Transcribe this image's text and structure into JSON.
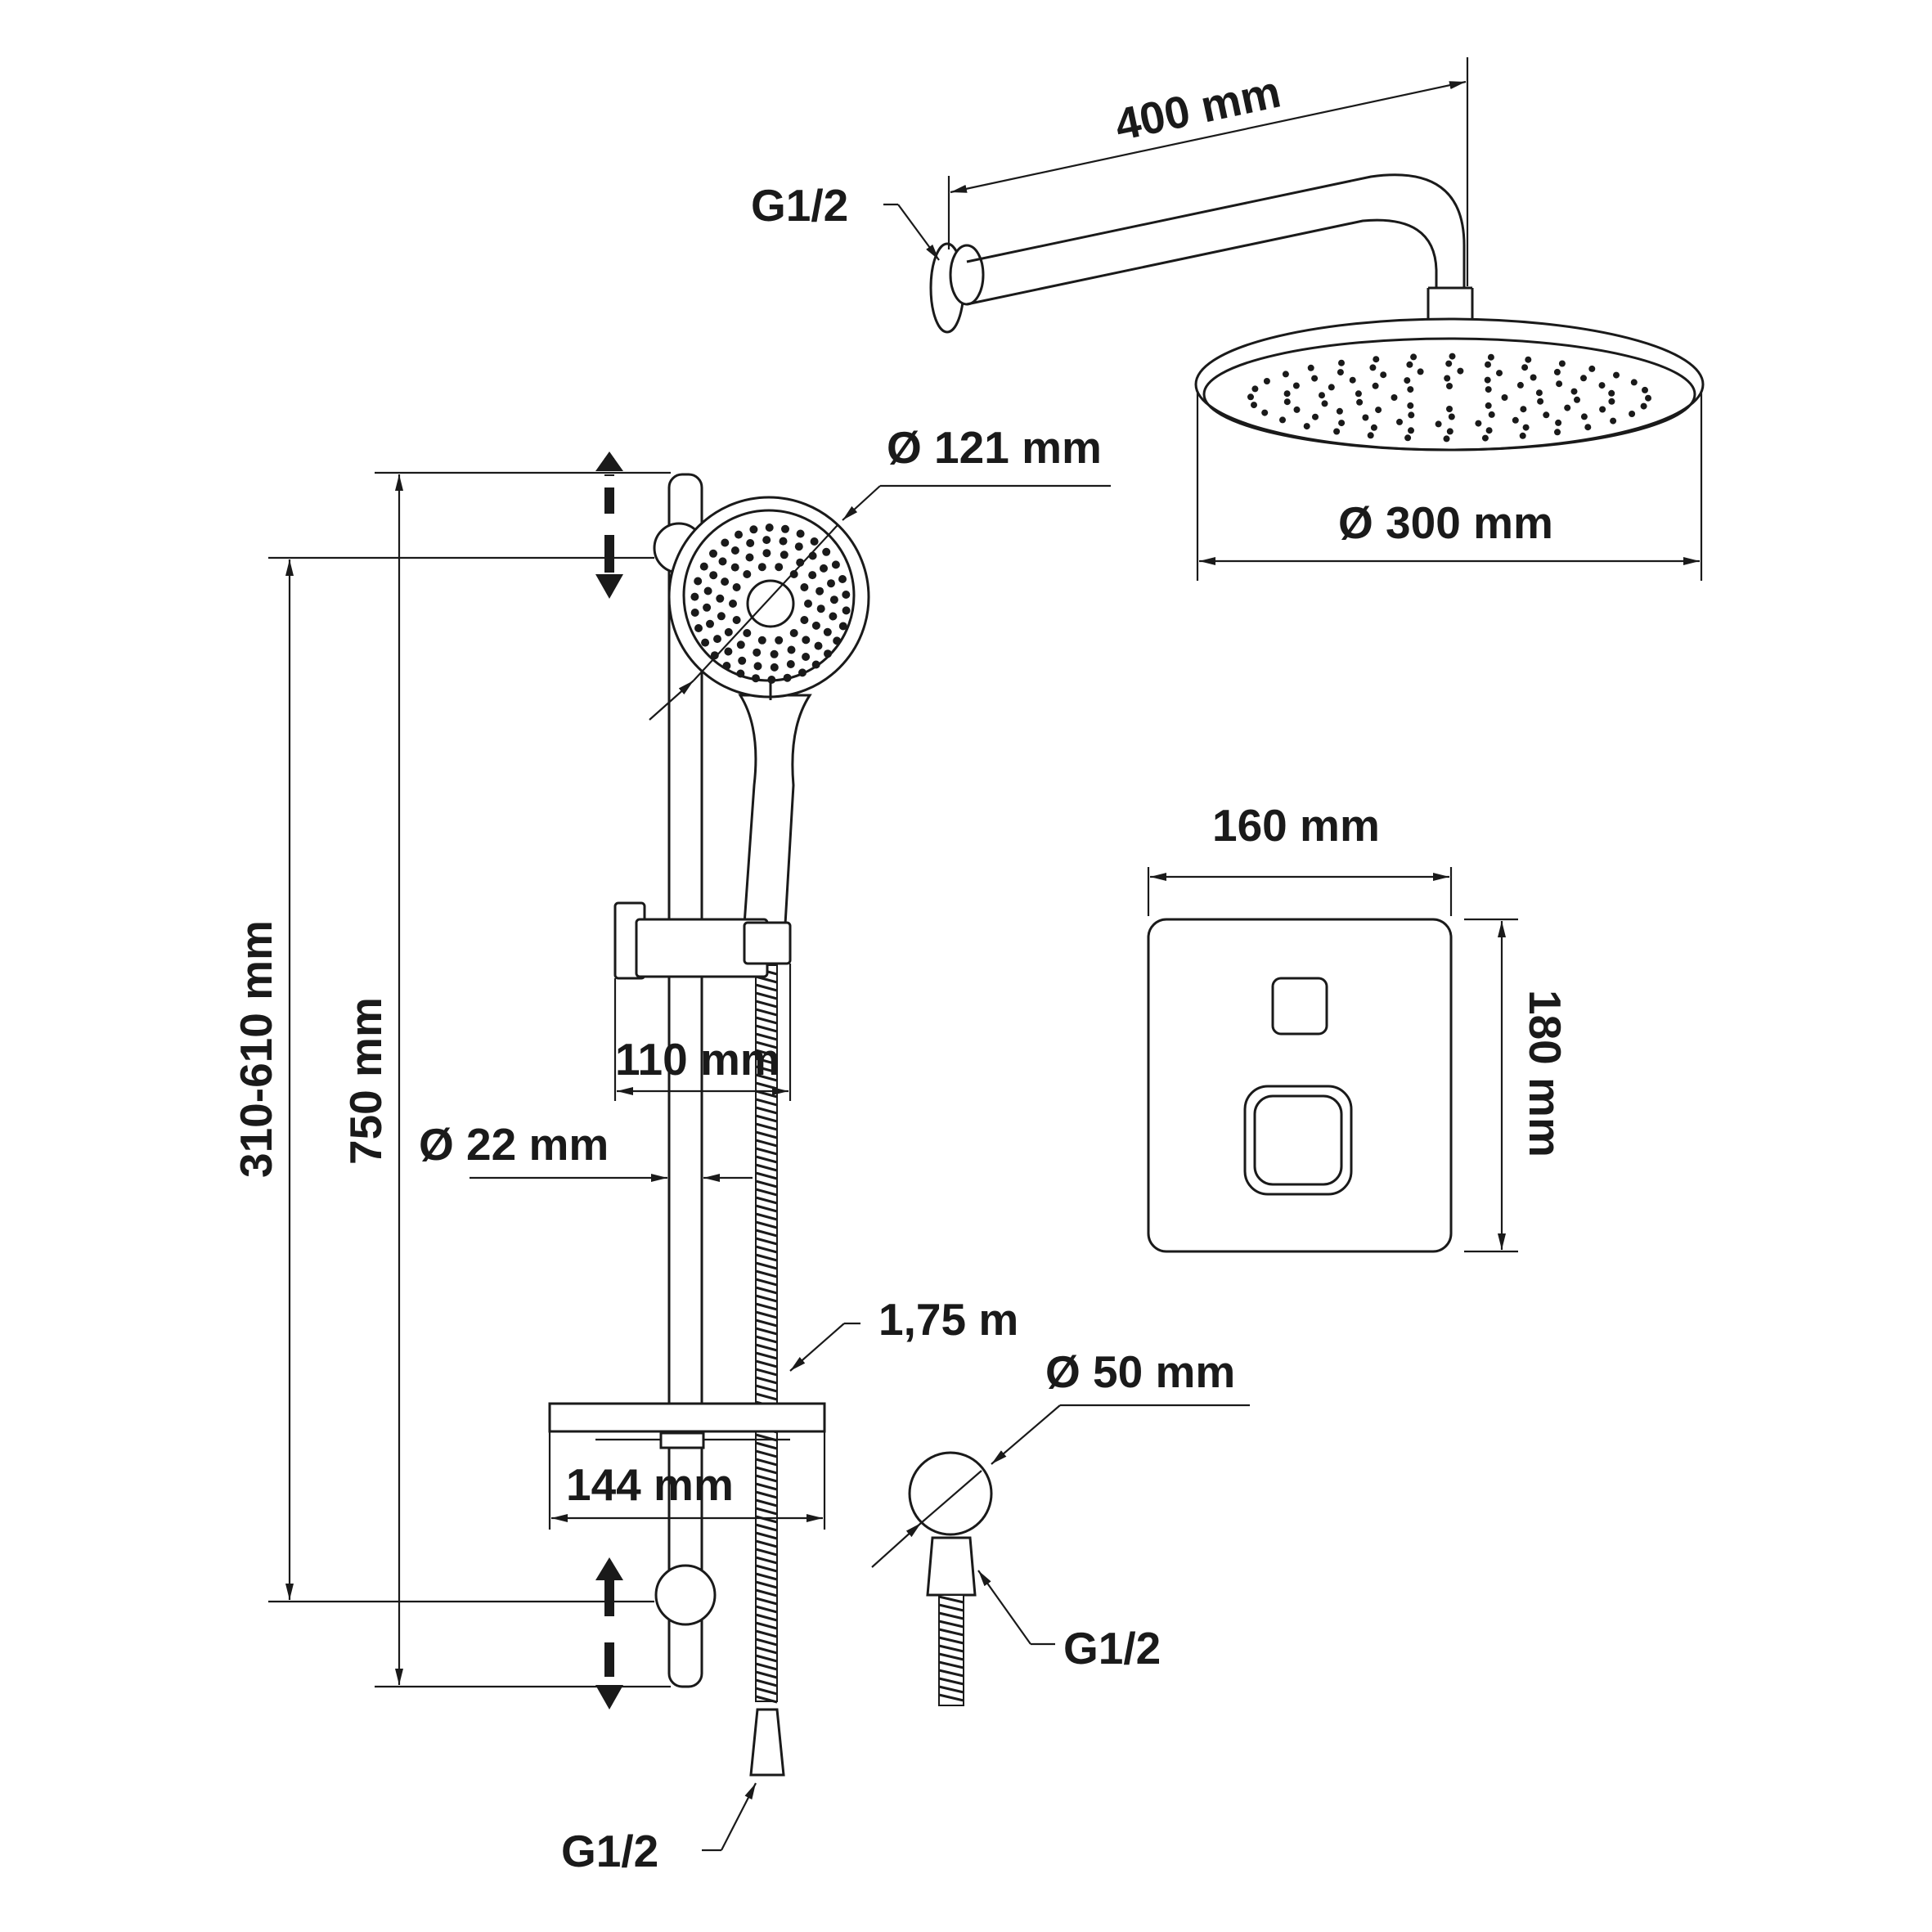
{
  "colors": {
    "ink": "#1a1a1a",
    "background": "#ffffff"
  },
  "labels": {
    "arm_length": "400 mm",
    "wall_thread": "G1/2",
    "hand_shower_dia": "Ø 121 mm",
    "rain_shower_dia": "Ø 300 mm",
    "adjust_range": "310-610 mm",
    "rail_length": "750 mm",
    "bracket_width": "110 mm",
    "rail_dia": "Ø 22 mm",
    "hose_length": "1,75 m",
    "outlet_dia": "Ø 50 mm",
    "outlet_thread": "G1/2",
    "soap_dish_width": "144 mm",
    "hose_thread": "G1/2",
    "panel_width": "160 mm",
    "panel_height": "180 mm"
  }
}
